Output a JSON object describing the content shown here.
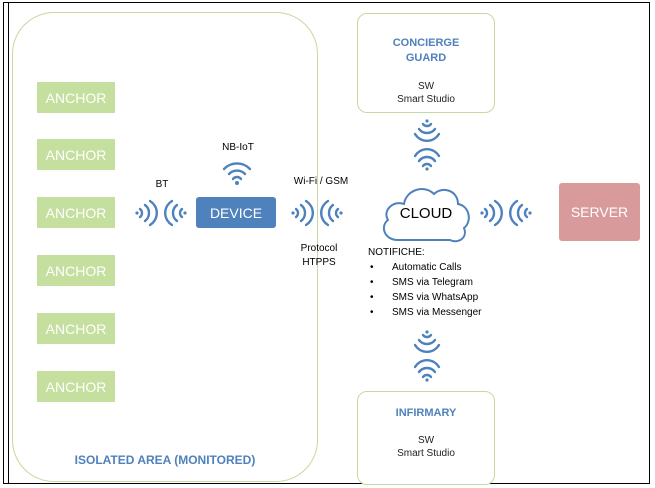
{
  "area_label": "ISOLATED AREA (MONITORED)",
  "anchors": [
    "ANCHOR",
    "ANCHOR",
    "ANCHOR",
    "ANCHOR",
    "ANCHOR",
    "ANCHOR"
  ],
  "device": "DEVICE",
  "server": "SERVER",
  "cloud": "CLOUD",
  "labels": {
    "bt": "BT",
    "nbiot": "NB-IoT",
    "wifi": "Wi-Fi / GSM",
    "protocol_line1": "Protocol",
    "protocol_line2": "HTPPS"
  },
  "concierge": {
    "title_line1": "CONCIERGE",
    "title_line2": "GUARD",
    "sub_line1": "SW",
    "sub_line2": "Smart Studio"
  },
  "infirmary": {
    "title": "INFIRMARY",
    "sub_line1": "SW",
    "sub_line2": "Smart Studio"
  },
  "notifications": {
    "title": "NOTIFICHE:",
    "items": [
      "Automatic Calls",
      "SMS via Telegram",
      "SMS via WhatsApp",
      "SMS via Messenger"
    ]
  },
  "colors": {
    "anchor": "#c5df9f",
    "device": "#4f81bd",
    "server": "#d99a9b",
    "box_border": "#c5d9a1",
    "title_blue": "#4f81bd"
  }
}
